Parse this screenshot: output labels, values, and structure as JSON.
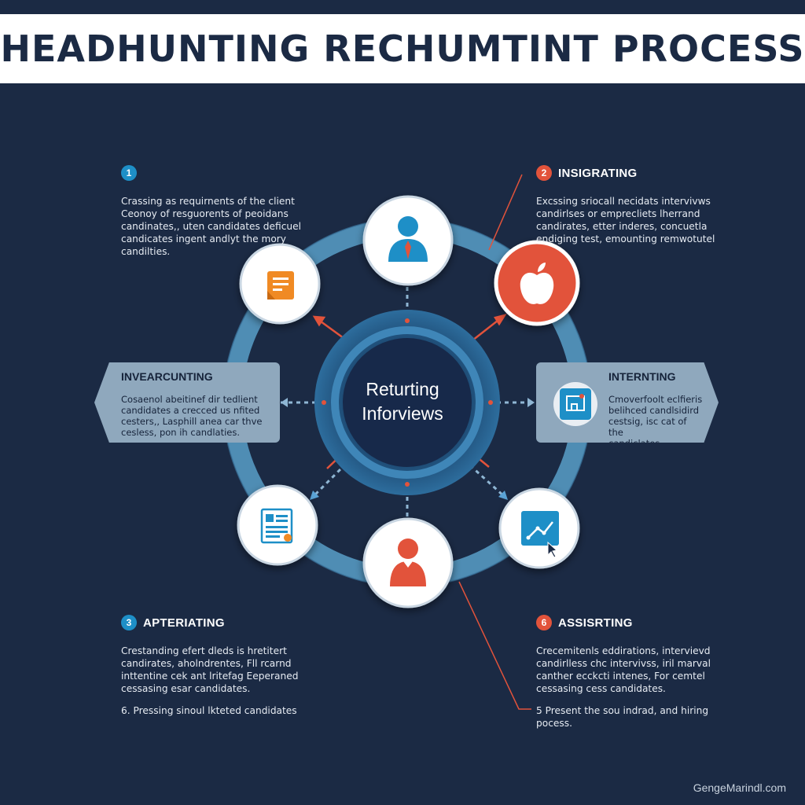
{
  "title": "HEADHUNTING RECHUMTINT PROCESS",
  "center": {
    "label": "Returting\nInforviews"
  },
  "steps": [
    {
      "badge": "1",
      "heading": "",
      "text": "Crassing as requirnents of the client\nCeonoy of resguorents of peoidans\ncandinates,, uten candidates deficuel\ncandicates ingent andlyt the mory\ncandilties."
    },
    {
      "badge": "2",
      "heading": "INSIGRATING",
      "text": "Excssing sriocall necidats intervivws\ncandirlses or emprecliets lherrand\ncandirates, etter inderes, concuetla\nendiging test, emounting remwotutel"
    },
    {
      "badge": "3",
      "heading": "APTERIATING",
      "text": "Crestanding efert dleds is hretitert\ncandirates, aholndrentes, Fll rcarnd\ninttentine cek ant lritefag Eeperaned\ncessasing esar candidates."
    },
    {
      "badge": "6",
      "heading": "ASSISRTING",
      "text": "Crecemitenls eddirations, intervievd\ncandirlless chc intervivss, iril marval\ncanther ecckcti intenes, For cemtel\ncessasing cess candidates."
    }
  ],
  "notes": {
    "left": "6. Pressing sinoul lkteted candidates",
    "right": "5 Present the sou indrad, and hiring\npocess."
  },
  "side_boxes": {
    "left": {
      "title": "INVEARCUNTING",
      "text": "Cosaenol abeitinef dir tedlient\ncandidates a crecced us nfited\ncesters,, Lasphill anea car thve\ncesless, pon ih candlaties."
    },
    "right": {
      "title": "INTERNTING",
      "text": "Cmoverfoolt eclfieris\nbelihced candlsidird\ncestsig, isc cat of the\ncandiclates."
    }
  },
  "footer": "GengeMarindl.com",
  "colors": {
    "background": "#1b2a44",
    "ring": "#4f8db4",
    "accent_blue": "#1e8fc7",
    "accent_red": "#e2533b",
    "accent_orange": "#f08a24"
  },
  "icons": [
    "person-icon",
    "apple-icon",
    "document-icon",
    "resume-icon",
    "chart-icon",
    "interviewer-icon",
    "presentation-icon"
  ]
}
